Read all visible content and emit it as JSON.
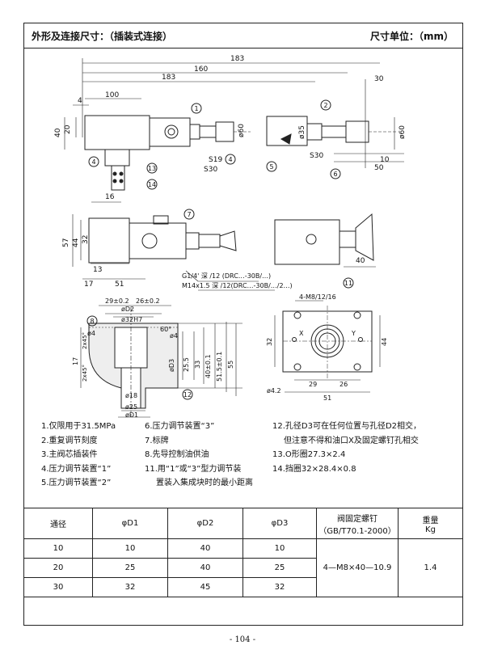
{
  "header": {
    "title": "外形及连接尺寸：（插装式连接）",
    "unit_label": "尺寸单位：（mm）"
  },
  "drawing": {
    "top_view": {
      "dims": [
        "183",
        "160",
        "30",
        "183",
        "100",
        "4",
        "20",
        "40",
        "S19",
        "S30",
        "ø60",
        "ø35",
        "S30",
        "10",
        "50",
        "ø60"
      ],
      "balloons": [
        "1",
        "2",
        "4",
        "5",
        "6",
        "13",
        "14",
        "4"
      ]
    },
    "front_view": {
      "dims": [
        "16",
        "57",
        "44",
        "32",
        "13",
        "17",
        "51",
        "40"
      ],
      "balloons": [
        "7",
        "11"
      ],
      "port_note_1": "G1/4' 深 /12 (DRC…-30B/…)",
      "port_note_2": "M14x1.5 深 /12(DRC…-30B/…/2…)"
    },
    "section_view": {
      "dims": [
        "29±0.2",
        "26±0.2",
        "øD2",
        "ø32H7",
        "ø4",
        "60°",
        "ø4",
        "25.5",
        "33",
        "40±0.1",
        "51.5±0.1",
        "55",
        "øD3",
        "17",
        "2x45°",
        "2x45°",
        "ø18",
        "ø25",
        "øD1"
      ],
      "balloons": [
        "8",
        "12"
      ]
    },
    "bolt_view": {
      "dims": [
        "4-M8/12/16",
        "X",
        "Y",
        "32",
        "44",
        "29",
        "26",
        "51",
        "ø4.2"
      ]
    }
  },
  "notes": {
    "col1": [
      "1.仅限用于31.5MPa",
      "2.重复调节刻度",
      "3.主阀芯插装件",
      "4.压力调节装置“1”",
      "5.压力调节装置“2”"
    ],
    "col2": [
      "6.压力调节装置“3”",
      "7.标牌",
      "8.先导控制油供油",
      "11.用“1”或“3”型力调节装",
      "置装入集成块时的最小距离"
    ],
    "col3": [
      "12.孔径D3可在任何位置与孔径D2相交，",
      "但注意不得和油口X及固定螺钉孔相交",
      "13.O形圈27.3×2.4",
      "14.挡圈32×28.4×0.8"
    ]
  },
  "table": {
    "headers": [
      "通径",
      "φD1",
      "φD2",
      "φD3"
    ],
    "screw_header_1": "阀固定螺钉",
    "screw_header_2": "（GB/T70.1-2000）",
    "weight_header_1": "重量",
    "weight_header_2": "Kg",
    "rows": [
      [
        "10",
        "10",
        "40",
        "10"
      ],
      [
        "20",
        "25",
        "40",
        "25"
      ],
      [
        "30",
        "32",
        "45",
        "32"
      ]
    ],
    "screw_value": "4—M8×40—10.9",
    "weight_value": "1.4"
  },
  "page_number": "- 104 -"
}
